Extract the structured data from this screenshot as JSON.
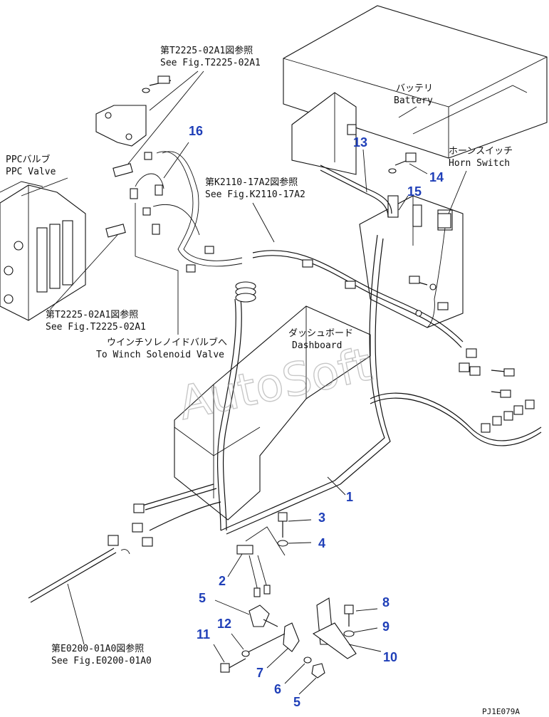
{
  "callouts": {
    "ppc_valve_ref": {
      "line1": "第T2225-02A1図参照",
      "line2": "See Fig.T2225-02A1"
    },
    "ppc_valve": {
      "line1": "PPCバルブ",
      "line2": "PPC Valve"
    },
    "battery": {
      "line1": "バッテリ",
      "line2": "Battery"
    },
    "horn_switch": {
      "line1": "ホーンスイッチ",
      "line2": "Horn Switch"
    },
    "k2110_ref": {
      "line1": "第K2110-17A2図参照",
      "line2": "See Fig.K2110-17A2"
    },
    "ppc_valve_ref_lower": {
      "line1": "第T2225-02A1図参照",
      "line2": "See Fig.T2225-02A1"
    },
    "winch_solenoid": {
      "line1": "ウインチソレノイドバルブへ",
      "line2": "To Winch Solenoid Valve"
    },
    "dashboard": {
      "line1": "ダッシュボード",
      "line2": "Dashboard"
    },
    "e0200_ref": {
      "line1": "第E0200-01A0図参照",
      "line2": "See Fig.E0200-01A0"
    }
  },
  "part_numbers": [
    "16",
    "13",
    "14",
    "15",
    "1",
    "3",
    "4",
    "2",
    "5",
    "8",
    "9",
    "10",
    "11",
    "12",
    "7",
    "6",
    "5"
  ],
  "watermark": "AutoSoft",
  "drawing_code": "PJ1E079A",
  "colors": {
    "line": "#111111",
    "part_number": "#1f3fb8",
    "watermark": "#9a9a9a",
    "background": "#ffffff"
  }
}
